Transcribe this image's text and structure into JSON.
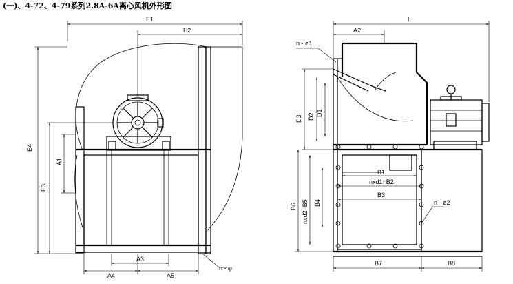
{
  "title": "(一)、4-72、4-79系列2.8A-6A离心风机外形图",
  "front_view": {
    "labels": {
      "E1": "E1",
      "E2": "E2",
      "E3": "E3",
      "E4": "E4",
      "A1": "A1",
      "A3": "A3",
      "A4": "A4",
      "A5": "A5",
      "n_phi": "n - φ"
    }
  },
  "side_view": {
    "labels": {
      "L": "L",
      "A2": "A2",
      "n_phi1": "n - ø1",
      "D1": "D1",
      "D2": "D2",
      "D3": "D3",
      "B1": "B1",
      "nxd1_B2": "nxd1=B2",
      "B3": "B3",
      "B4": "B4",
      "B6": "B6",
      "nxd2_B5": "nxd2=B5",
      "B7": "B7",
      "B8": "B8",
      "n_phi2": "n - ø2"
    }
  }
}
